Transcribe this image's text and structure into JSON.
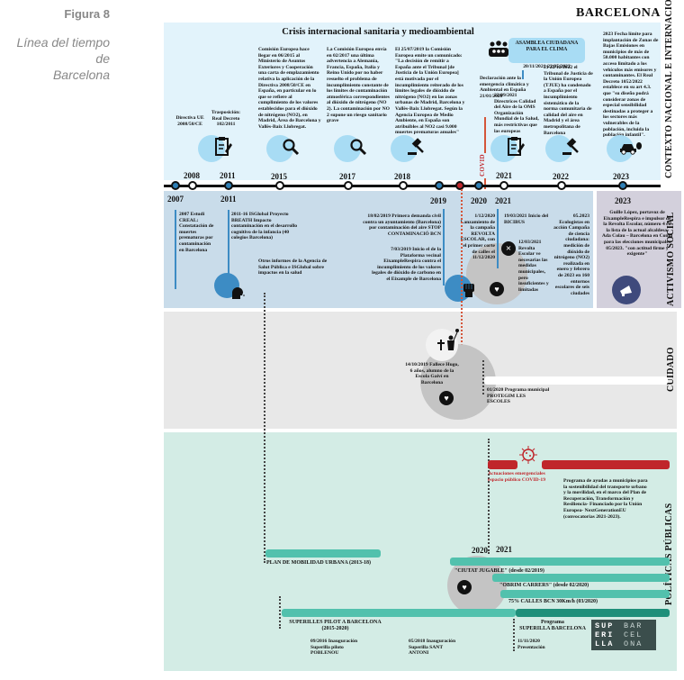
{
  "figure": {
    "label": "Figura 8",
    "subtitle_line1": "Línea del tiempo de",
    "subtitle_line2": "Barcelona"
  },
  "header": {
    "city": "BARCELONA"
  },
  "colors": {
    "intl_band": "#e2f3fb",
    "activism_band": "#c9dcea",
    "care_band": "#e8e8e8",
    "policy_band": "#d3ece5",
    "accent_blue": "#2f7fb5",
    "accent_red": "#c0262b",
    "accent_teal": "#52c1ad"
  },
  "sections": {
    "intl": "CONTEXTO NACIONAL E INTERNACIONAL",
    "activism": "ACTIVISMO SOCIAL",
    "care": "CUIDADO",
    "policy": "POLÍTICAS PÚBLICAS"
  },
  "intl": {
    "crisis_title": "Crisis internacional sanitaria y medioambiental",
    "covid_label": "COVID",
    "years": [
      "2008",
      "2011",
      "2015",
      "2017",
      "2018",
      "2021",
      "2022",
      "2023"
    ],
    "events": {
      "e2008": "Directiva UE 2008/50/CE",
      "e2011": "Trasposición: Real Decreto 102/2011",
      "e2015": "Comisión Europea hace llegar en 06/2015 al Ministerio de Asuntos Exteriores y Cooperación una carta de emplazamiento relativa la aplicación de la Directiva 2008/50/CE en España, en particular en lo que se refiere al cumplimiento de los valores establecidos para el dióxido de nitrógeno (NO2), en Madrid, Área de Barcelona y Vallès-Baix Llobregat.",
      "e2017": "La Comisión Europea envía en 02/2017 una última advertencia a Alemania, Francia, España, Italia y Reino Unido por no haber resuelto el problema de incumplimiento constante de los límites de contaminación atmosférica correspondientes al dióxido de nitrógeno (NO 2). La contaminación por NO 2 supone un riesgo sanitario grave",
      "e2018": "El 25/07/2019 la Comisión Europea emite un comunicado: \"La decisión de remitir a España ante el Tribunal [de Justicia de la Unión Europea] está motivada por el incumplimiento reiterado de los límites legales de dióxido de nitrógeno (NO2) en las zonas urbanas de Madrid, Barcelona y Vallès-Baix Llobregat. Según la Agencia Europea de Medio Ambiente, en España son atribuibles al NO2 casi 9.000 muertes prematuras anuales\"",
      "asamblea_title": "ASAMBLEA CIUDADANA PARA EL CLIMA",
      "asamblea_dates": "20/11/2021-22/05/2022",
      "declaracion": "Declaración ante la emergencia climática y Ambiental en España 21/01/2020",
      "e2021": "22/09/2021 Directrices Calidad del Aire de la OMS Organización Mundial de la Salud, más restrictivas que las europeas",
      "e2022": "El 22/12/2022 el Tribunal de Justicia de la Unión Europea (TJUE) ha condenado a España por el incumplimiento sistemático de la norma comunitaria de calidad del aire en Madrid y el área metropolitana de Barcelona",
      "e2023": "2023 Fecha límite para implantación de Zonas de Bajas Emisiones en municipios de más de 50.000 habitantes con acceso limitado a los vehículos más emisores y contaminantes. El Real Decreto 1052/2022 establece en su art 4.3. que \"su diseño podrá considerar zonas de especial sensibilidad destinadas a proteger a los sectores más vulnerables de la población, incluida la población infantil\"."
    }
  },
  "activism": {
    "years": [
      "2007",
      "2011",
      "2019",
      "2020",
      "2021",
      "2023"
    ],
    "events": {
      "e2007": "2007 Estudi CREAL: Constatación de muertes prematuras por contaminación en Barcelona",
      "e2011": "2011-16 ISGlobal Proyecto BREATH Impacto contaminación en el desarrollo cognitivo de la infancia (40 colegios Barcelona)",
      "otros": "Otros informes de la Agencia de Salut Pública e ISGlobal sobre impactos en la salud",
      "e2019a": "18/02/2019 Primera demanda civil contra un ayuntamiento (Barcelona) por contaminación del aire STOP CONTAMINACIÓ BCN",
      "e2019b": "7/03/2019 Inicio el de la Plataforma vecinal EixampleRespira contra el incumplimiento de los valores legales de dióxido de carbono en el Eixample de Barcelona",
      "e2020": "1/12/2020 Lanzamiento de la campaña REVOLTA ESCOLAR, con el primer corte de calles el 11/12/2020",
      "e2021a": "19/03/2021 Inicio del BICIBUS",
      "e2021b": "12/03/2021 Revolta Escolar ve necesarias las medidas municipales, pero insuficientes y limitadas",
      "e2023a": "05.2023 Ecologistas en acción Campaña de ciencia ciudadana: medición de dióxido de nitrógeno (NO2) realizada en enero y febrero de 2023 en 160 entornos escolares de seis ciudades",
      "e2023b": "Guille López, portavoz de EixampleRespira e impulsor de la Revolta Escolar, número 4 en la lista de la actual alcaldesa, Ada Colau – Barcelona en Comú para las elecciones municipales 05/2023. \"con actitud firme y exigente\""
    }
  },
  "care": {
    "e2019": "14/10/2019 Fallece Hugo, 6 años, alumno de la Escola Gaiví en Barcelona",
    "e2020": "01/2020 Programa municipal PROTEGIM LES ESCOLES"
  },
  "policy": {
    "covid_actions": "Actuaciones emergenciales espacio público COVID-19",
    "ayudas": "Programa de ayudas a municipios para la sostenibilidad del transporte urbano y la movilidad, en el marco del Plan de Recuperación, Transformación y Resiliencia- Financiado por la Unión Europea- NextGenerationEU (convocatorias 2021-2023).",
    "years": [
      "2020",
      "2021"
    ],
    "bars": {
      "pmu": "PLAN DE MOBILIDAD URBANA (2013-18)",
      "ciutat": "\"CIUTAT JUGABLE\" (desde 02/2019)",
      "obrim": "\"OBRIM CARRERS\" (desde 02/2020)",
      "calles": "75% CALLES BCN 30Km/h (03/2020)",
      "superilles_l1": "SUPERILLES PILOT A BARCELONA",
      "superilles_l2": "(2015-2020)",
      "prog_l1": "Programa",
      "prog_l2": "SUPERILLA BARCELONA"
    },
    "events": {
      "poblenou": "09/2016 Inauguración Superilla piloto POBLENOU",
      "santantoni": "05/2018 Inauguración Superilla SANT ANTONI",
      "presentacion": "11/11/2020 Presentación"
    },
    "logo": {
      "left": [
        "SUP",
        "ERI",
        "LLA"
      ],
      "right": [
        "BAR",
        "CEL",
        "ONA"
      ]
    }
  }
}
